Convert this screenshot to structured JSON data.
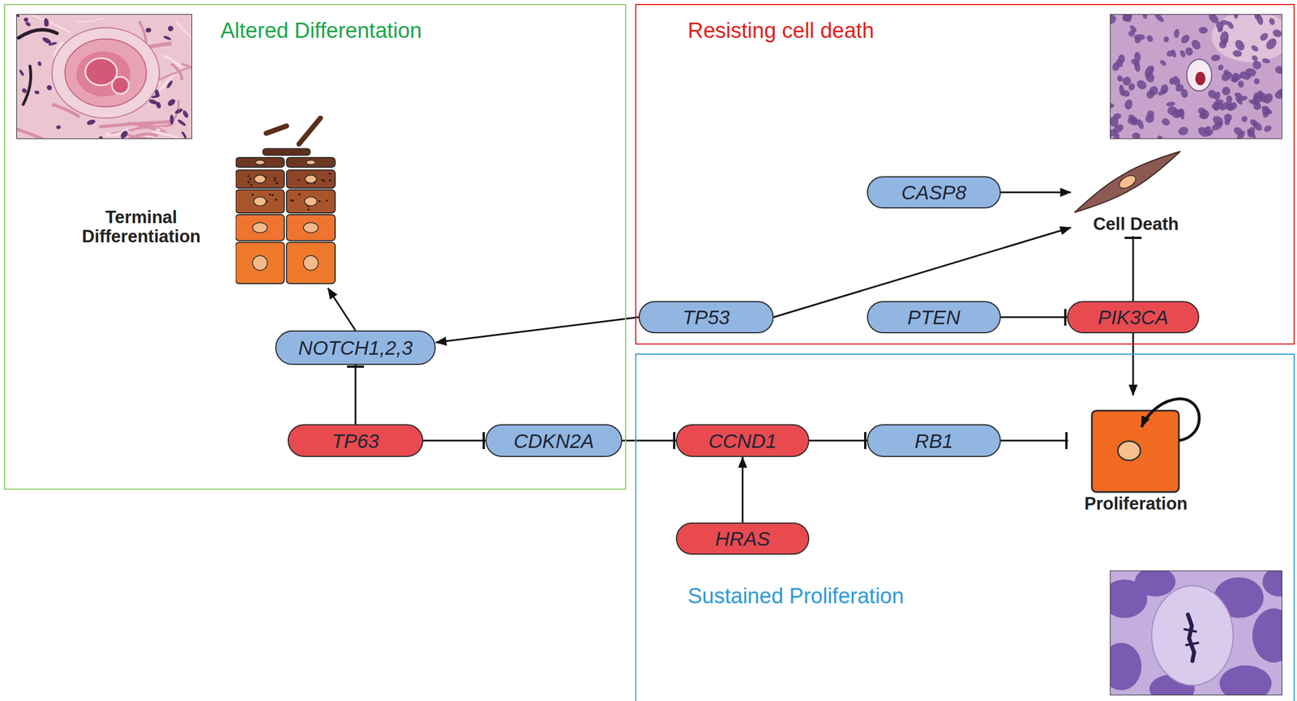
{
  "diagram": {
    "nodes": [
      {
        "text": [
          "Altered Differentation"
        ]
      },
      {
        "text": [
          "Terminal Differentiation"
        ],
        "in": 0
      },
      {
        "text": [
          "NOTCH1,2,3"
        ],
        "in": 0
      },
      {
        "text": [
          "TP63"
        ],
        "in": 0
      },
      {
        "text": [
          "CDKN2A"
        ],
        "in": 0
      },
      {
        "text": [
          "Resisting cell death"
        ]
      },
      {
        "text": [
          "CASP8"
        ],
        "in": 5
      },
      {
        "text": [
          "Cell Death"
        ],
        "in": 5
      },
      {
        "text": [
          "TP53"
        ],
        "in": 5
      },
      {
        "text": [
          "PTEN"
        ],
        "in": 5
      },
      {
        "text": [
          "PIK3CA"
        ],
        "in": 5
      },
      {
        "text": [
          "Sustained Proliferation"
        ]
      },
      {
        "text": [
          "CCND1"
        ],
        "in": 11
      },
      {
        "text": [
          "RB1"
        ],
        "in": 11
      },
      {
        "text": [
          "Proliferation"
        ],
        "in": 11
      },
      {
        "text": [
          "HRAS"
        ],
        "in": 11
      }
    ],
    "edges": [
      {
        "from": 6,
        "to": 7,
        "arrow": "to"
      },
      {
        "from": 8,
        "to": 7,
        "arrow": "to"
      },
      {
        "from": 8,
        "to": 2,
        "arrow": "to"
      },
      {
        "from": 9,
        "to": 10,
        "arrow": "to"
      },
      {
        "from": 10,
        "to": 7,
        "arrow": "to"
      },
      {
        "from": 10,
        "to": 14,
        "arrow": "to"
      },
      {
        "from": 2,
        "to": 1,
        "arrow": "to"
      },
      {
        "from": 3,
        "to": 2,
        "arrow": "to"
      },
      {
        "from": 3,
        "to": 4,
        "arrow": "to"
      },
      {
        "from": 4,
        "to": 12,
        "arrow": "to"
      },
      {
        "from": 12,
        "to": 13,
        "arrow": "to"
      },
      {
        "from": 13,
        "to": 14,
        "arrow": "to"
      },
      {
        "from": 15,
        "to": 12,
        "arrow": "to"
      }
    ]
  }
}
